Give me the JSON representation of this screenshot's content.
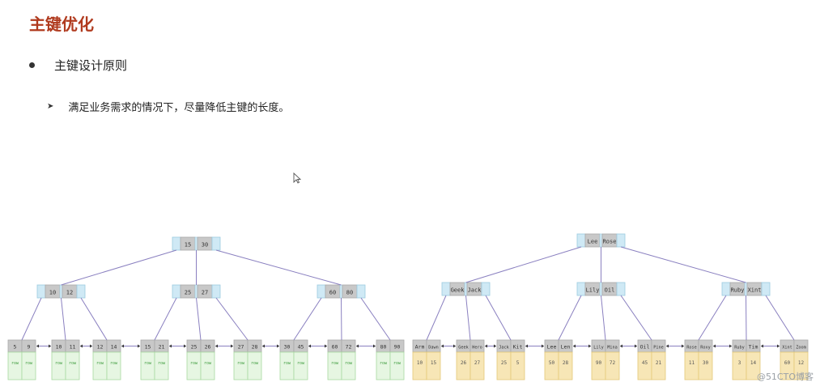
{
  "title": "主键优化",
  "bullet": "主键设计原则",
  "sub_point": "满足业务需求的情况下，尽量降低主键的长度。",
  "watermark": "@51CTO博客",
  "row_label": "row",
  "colors": {
    "title": "#b03a1e",
    "key_cell": "#c8c8c8",
    "pointer_cell": "#cfe9f5",
    "leaf_row_green": "#e6f6e2",
    "leaf_row_yellow": "#f7e6b6",
    "edge": "#8a80c0"
  },
  "left_tree": {
    "root": [
      "15",
      "30"
    ],
    "internal": [
      [
        "10",
        "12"
      ],
      [
        "25",
        "27"
      ],
      [
        "60",
        "80"
      ]
    ],
    "leaves": [
      [
        "5",
        "9"
      ],
      [
        "10",
        "11"
      ],
      [
        "12",
        "14"
      ],
      [
        "15",
        "21"
      ],
      [
        "25",
        "26"
      ],
      [
        "27",
        "28"
      ],
      [
        "30",
        "45"
      ],
      [
        "60",
        "72"
      ],
      [
        "80",
        "90"
      ]
    ]
  },
  "right_tree": {
    "root": [
      "Lee",
      "Rose"
    ],
    "internal": [
      [
        "Geek",
        "Jack"
      ],
      [
        "Lily",
        "Oil"
      ],
      [
        "Ruby",
        "Xint"
      ]
    ],
    "leaves": [
      [
        "Arm",
        "Dawn"
      ],
      [
        "Geek",
        "Hero"
      ],
      [
        "Jack",
        "Kit"
      ],
      [
        "Lee",
        "Len"
      ],
      [
        "Lily",
        "Mina"
      ],
      [
        "Oil",
        "Pine"
      ],
      [
        "Rose",
        "Roxy"
      ],
      [
        "Ruby",
        "Tim"
      ],
      [
        "Xint",
        "Zoom"
      ]
    ],
    "leaf_values": [
      [
        "10",
        "15"
      ],
      [
        "26",
        "27"
      ],
      [
        "25",
        "5"
      ],
      [
        "50",
        "28"
      ],
      [
        "90",
        "72"
      ],
      [
        "45",
        "21"
      ],
      [
        "11",
        "30"
      ],
      [
        "3",
        "14"
      ],
      [
        "60",
        "12"
      ]
    ]
  }
}
